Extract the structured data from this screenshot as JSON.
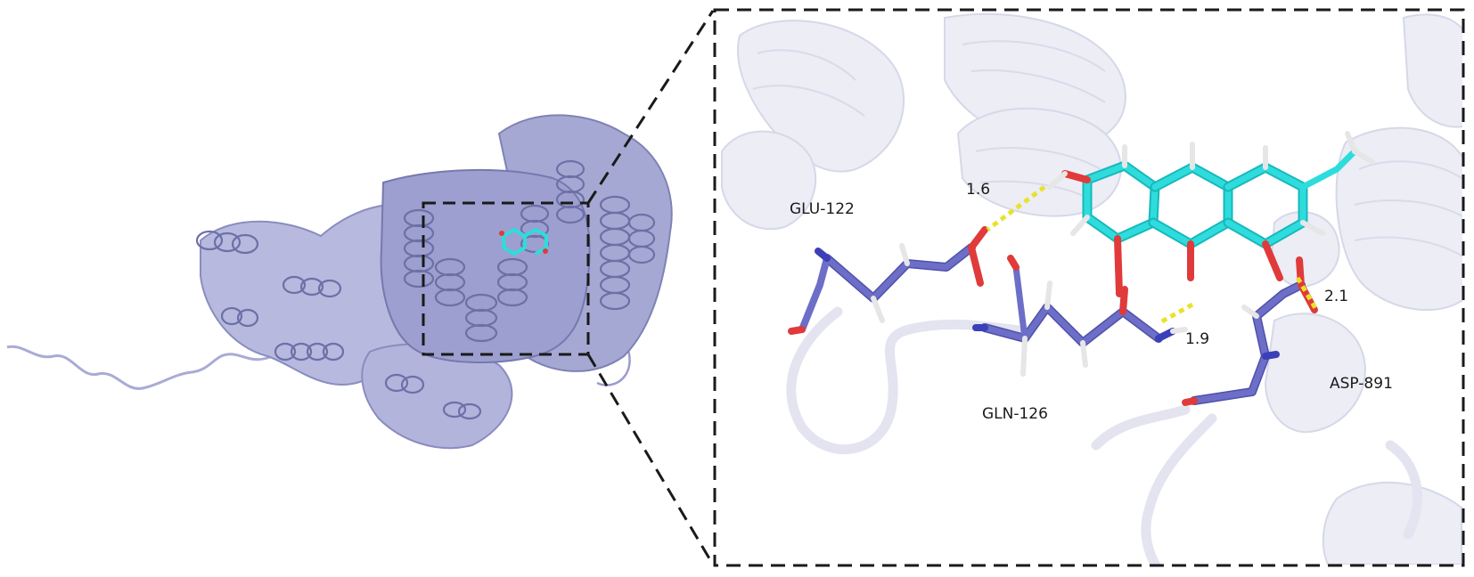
{
  "colors": {
    "protein_overview": "#a9abd6",
    "protein_overview_dark": "#7f82b4",
    "protein_detail": "#e9eaf3",
    "protein_detail_edge": "#d3d5e6",
    "residue_carbon": "#6c6ec8",
    "residue_dark": "#4f51a8",
    "ligand_carbon": "#2fdcdc",
    "ligand_dark": "#18b8bd",
    "oxygen": "#e03a3a",
    "nitrogen": "#3b3fb8",
    "hydrogen": "#e6e6e6",
    "hbond": "#e8e32a",
    "box_border": "#1a1a1a"
  },
  "residue_labels": {
    "glu": "GLU-122",
    "gln": "GLN-126",
    "asp": "ASP-891"
  },
  "distances": {
    "d1": "1.6",
    "d2": "1.9",
    "d3": "2.1"
  }
}
